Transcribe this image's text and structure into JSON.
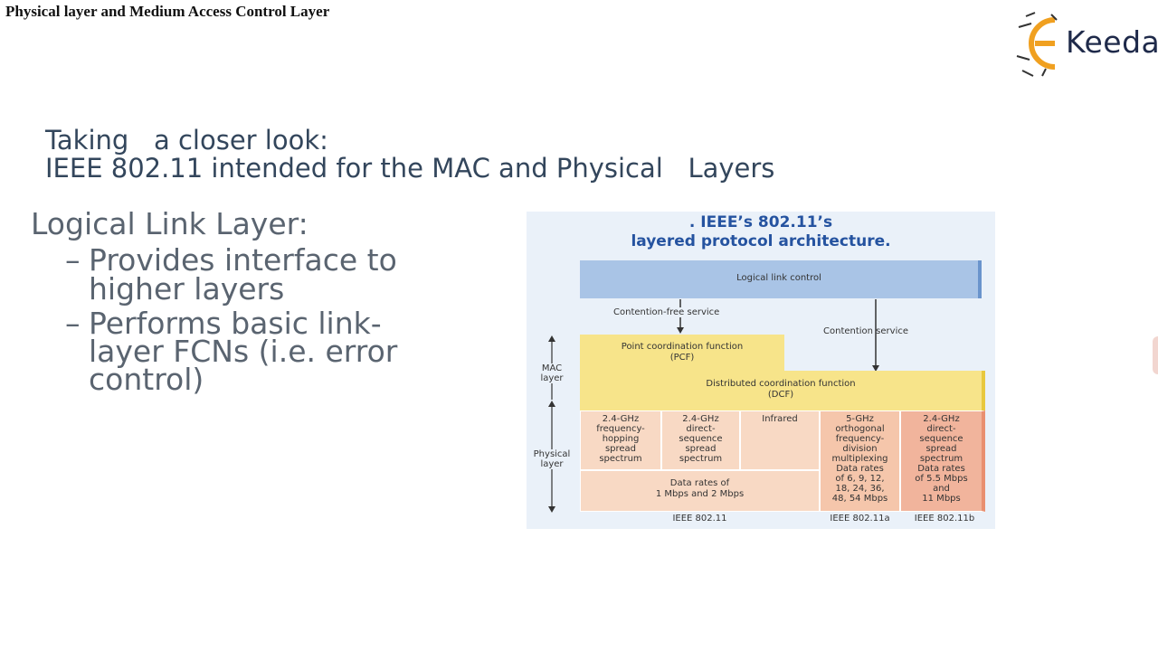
{
  "header": {
    "title": "Physical layer and Medium Access Control Layer"
  },
  "logo": {
    "text": "Keeda",
    "name": "E-Keeda"
  },
  "heading": {
    "line1": "Taking   a closer look:",
    "line2": "IEEE 802.11 intended for the MAC and Physical   Layers"
  },
  "body": {
    "title": "Logical Link Layer:",
    "bullets": [
      {
        "dash": "–",
        "lines": [
          "Provides interface to",
          "higher layers"
        ]
      },
      {
        "dash": "–",
        "lines": [
          "Performs basic link-",
          "layer FCNs (i.e.  error",
          "control)"
        ]
      }
    ]
  },
  "diagram": {
    "title_line1": ". IEEE’s 802.11’s",
    "title_line2": "layered protocol architecture.",
    "llc": "Logical link control",
    "contention_free": "Contention-free service",
    "contention": "Contention service",
    "pcf_line1": "Point coordination function",
    "pcf_line2": "(PCF)",
    "dcf_line1": "Distributed coordination function",
    "dcf_line2": "(DCF)",
    "mac_label_line1": "MAC",
    "mac_label_line2": "layer",
    "phy_label_line1": "Physical",
    "phy_label_line2": "layer",
    "cells": {
      "fhss": [
        "2.4-GHz",
        "frequency-",
        "hopping",
        "spread",
        "spectrum"
      ],
      "dsss": [
        "2.4-GHz",
        "direct-",
        "sequence",
        "spread",
        "spectrum"
      ],
      "ir": [
        "Infrared"
      ],
      "ofdm": [
        "5-GHz",
        "orthogonal",
        "frequency-",
        "division",
        "multiplexing",
        "Data rates",
        "of 6, 9, 12,",
        "18, 24, 36,",
        "48, 54 Mbps"
      ],
      "hrdsss": [
        "2.4-GHz",
        "direct-",
        "sequence",
        "spread",
        "spectrum",
        "Data rates",
        "of 5.5 Mbps",
        "and",
        "11 Mbps"
      ]
    },
    "data_rates": [
      "Data rates of",
      "1 Mbps and 2 Mbps"
    ],
    "foot_11": "IEEE 802.11",
    "foot_11a": "IEEE 802.11a",
    "foot_11b": "IEEE 802.11b",
    "colors": {
      "llc": "#a9c4e6",
      "yellow": "#f7e48a",
      "peach": "#f8d9c4",
      "salmon": "#f1b49c",
      "title": "#2553a0"
    }
  }
}
